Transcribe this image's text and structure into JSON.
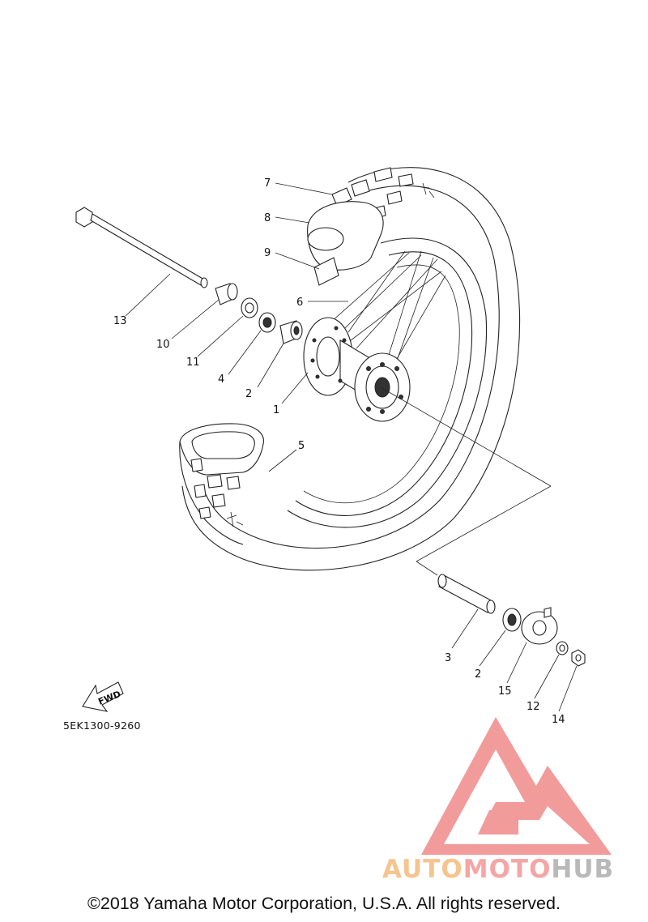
{
  "diagram": {
    "callouts": [
      {
        "id": "c7",
        "label": "7"
      },
      {
        "id": "c8",
        "label": "8"
      },
      {
        "id": "c9",
        "label": "9"
      },
      {
        "id": "c6",
        "label": "6"
      },
      {
        "id": "c13",
        "label": "13"
      },
      {
        "id": "c10",
        "label": "10"
      },
      {
        "id": "c11",
        "label": "11"
      },
      {
        "id": "c4",
        "label": "4"
      },
      {
        "id": "c2a",
        "label": "2"
      },
      {
        "id": "c1",
        "label": "1"
      },
      {
        "id": "c5",
        "label": "5"
      },
      {
        "id": "c3",
        "label": "3"
      },
      {
        "id": "c2b",
        "label": "2"
      },
      {
        "id": "c15",
        "label": "15"
      },
      {
        "id": "c12",
        "label": "12"
      },
      {
        "id": "c14",
        "label": "14"
      }
    ],
    "diagram_code": "5EK1300-9260",
    "fwd_arrow_text": "FWD"
  },
  "watermark": {
    "brand_part1": "AUTO",
    "brand_part2": "MOTO",
    "brand_part3": "HUB",
    "colors": {
      "auto": "#f6c48f",
      "moto": "#f4a6a6",
      "hub": "#b9b9b9",
      "logo": "#f08a8a"
    }
  },
  "footer": {
    "copyright": "©2018 Yamaha Motor Corporation, U.S.A. All rights reserved."
  }
}
